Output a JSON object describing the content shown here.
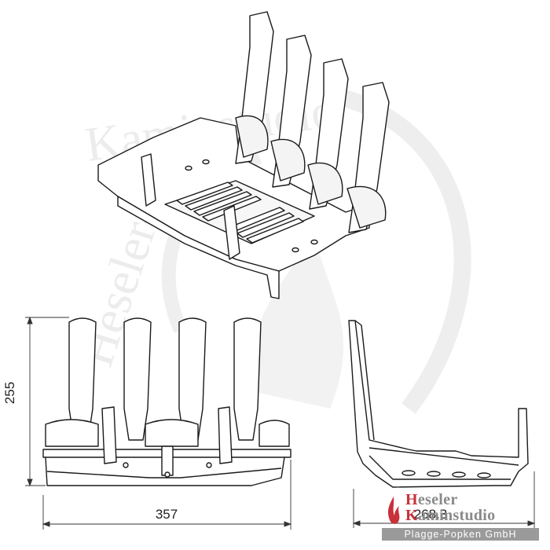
{
  "dimensions": {
    "height": "255",
    "width": "357",
    "depth": "268.3"
  },
  "watermark": {
    "line1": "Kaminstudio",
    "line2": "Heseler-"
  },
  "logo": {
    "line1": "Heseler",
    "line2": "Kaminstudio",
    "subtitle": "Plagge-Popken GmbH",
    "accent_color": "#c8313a",
    "text_color": "#8a8a8a"
  },
  "colors": {
    "line": "#1a1a1a",
    "part_fill": "#ffffff",
    "watermark": "#ececec"
  }
}
